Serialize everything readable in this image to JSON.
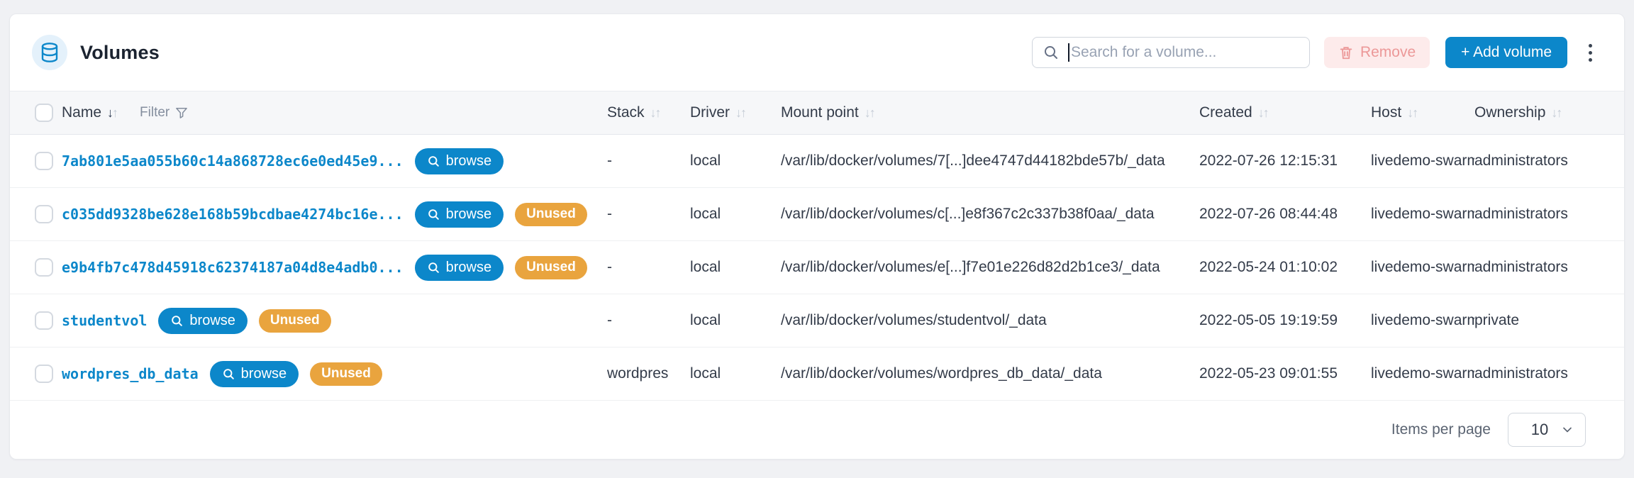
{
  "header": {
    "title": "Volumes",
    "search": {
      "placeholder": "Search for a volume..."
    },
    "remove_button": "Remove",
    "add_button": "+ Add volume"
  },
  "table": {
    "filter_label": "Filter",
    "columns": [
      {
        "label": "Name",
        "sorted": "desc"
      },
      {
        "label": "Stack"
      },
      {
        "label": "Driver"
      },
      {
        "label": "Mount point"
      },
      {
        "label": "Created"
      },
      {
        "label": "Host"
      },
      {
        "label": "Ownership"
      }
    ],
    "browse_label": "browse",
    "unused_label": "Unused",
    "rows": [
      {
        "name": "7ab801e5aa055b60c14a868728ec6e0ed45e9...",
        "unused": false,
        "stack": "-",
        "driver": "local",
        "mount": "/var/lib/docker/volumes/7[...]dee4747d44182bde57b/_data",
        "created": "2022-07-26 12:15:31",
        "host": "livedemo-swarm",
        "ownership": "administrators"
      },
      {
        "name": "c035dd9328be628e168b59bcdbae4274bc16e...",
        "unused": true,
        "stack": "-",
        "driver": "local",
        "mount": "/var/lib/docker/volumes/c[...]e8f367c2c337b38f0aa/_data",
        "created": "2022-07-26 08:44:48",
        "host": "livedemo-swarm",
        "ownership": "administrators"
      },
      {
        "name": "e9b4fb7c478d45918c62374187a04d8e4adb0...",
        "unused": true,
        "stack": "-",
        "driver": "local",
        "mount": "/var/lib/docker/volumes/e[...]f7e01e226d82d2b1ce3/_data",
        "created": "2022-05-24 01:10:02",
        "host": "livedemo-swarm",
        "ownership": "administrators"
      },
      {
        "name": "studentvol",
        "unused": true,
        "stack": "-",
        "driver": "local",
        "mount": "/var/lib/docker/volumes/studentvol/_data",
        "created": "2022-05-05 19:19:59",
        "host": "livedemo-swarm",
        "ownership": "private"
      },
      {
        "name": "wordpres_db_data",
        "unused": true,
        "stack": "wordpres",
        "driver": "local",
        "mount": "/var/lib/docker/volumes/wordpres_db_data/_data",
        "created": "2022-05-23 09:01:55",
        "host": "livedemo-swarm",
        "ownership": "administrators"
      }
    ]
  },
  "footer": {
    "items_per_page_label": "Items per page",
    "page_size": "10"
  },
  "colors": {
    "accent_blue": "#0c87ca",
    "badge_orange": "#e9a43e",
    "danger_bg": "#fdebeb",
    "danger_text": "#ec9898",
    "header_band": "#f6f7f9"
  }
}
